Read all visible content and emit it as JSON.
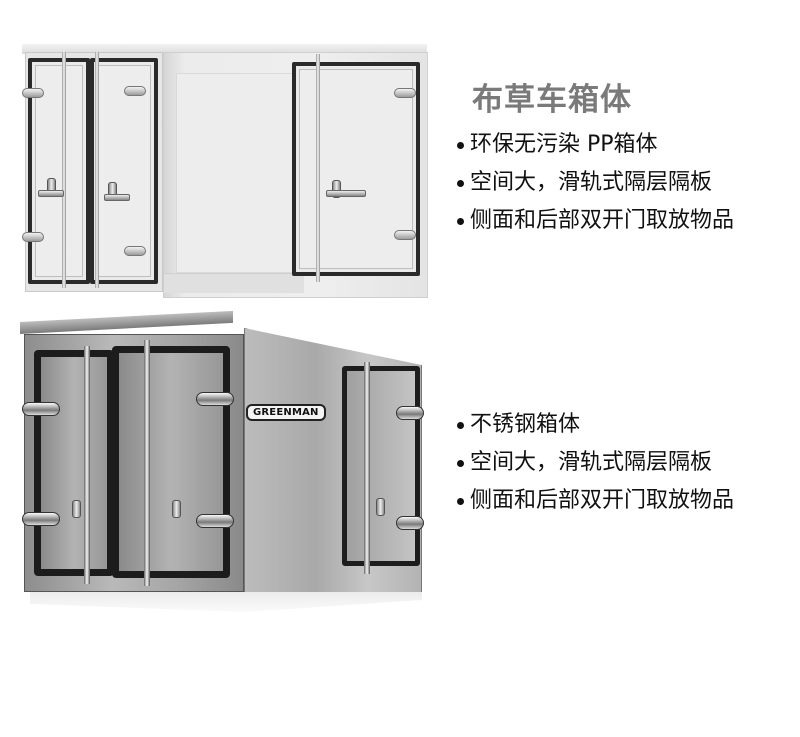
{
  "products": [
    {
      "id": "pp-box",
      "image_alt": "White PP cargo box with rear double doors and side door",
      "title": "布草车箱体",
      "features": [
        "环保无污染 PP箱体",
        "空间大，滑轨式隔层隔板",
        "侧面和后部双开门取放物品"
      ]
    },
    {
      "id": "stainless-box",
      "image_alt": "Stainless steel cargo box with rear double doors and side door",
      "brand_badge": "GREENMAN",
      "features": [
        "不锈钢箱体",
        "空间大，滑轨式隔层隔板",
        "侧面和后部双开门取放物品"
      ]
    }
  ],
  "colors": {
    "title": "#7a7a7a",
    "text": "#111111",
    "background": "#ffffff",
    "door_seal": "#1c1c1c"
  }
}
